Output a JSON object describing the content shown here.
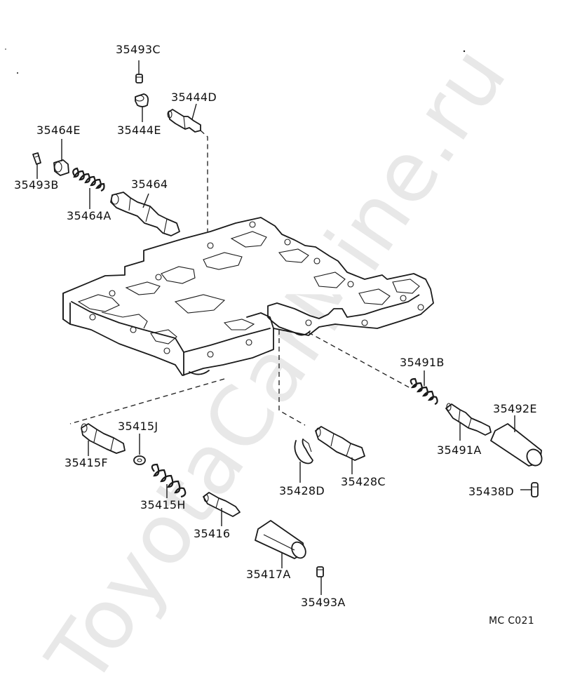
{
  "watermark": "ToyotaCarMine.ru",
  "diagram_code": "MC C021",
  "parts": {
    "p35493C": "35493C",
    "p35444D": "35444D",
    "p35444E": "35444E",
    "p35464E": "35464E",
    "p35493B": "35493B",
    "p35464": "35464",
    "p35464A": "35464A",
    "p35491B": "35491B",
    "p35492E": "35492E",
    "p35491A": "35491A",
    "p35438D": "35438D",
    "p35415J": "35415J",
    "p35415F": "35415F",
    "p35415H": "35415H",
    "p35428D": "35428D",
    "p35428C": "35428C",
    "p35416": "35416",
    "p35417A": "35417A",
    "p35493A": "35493A"
  }
}
